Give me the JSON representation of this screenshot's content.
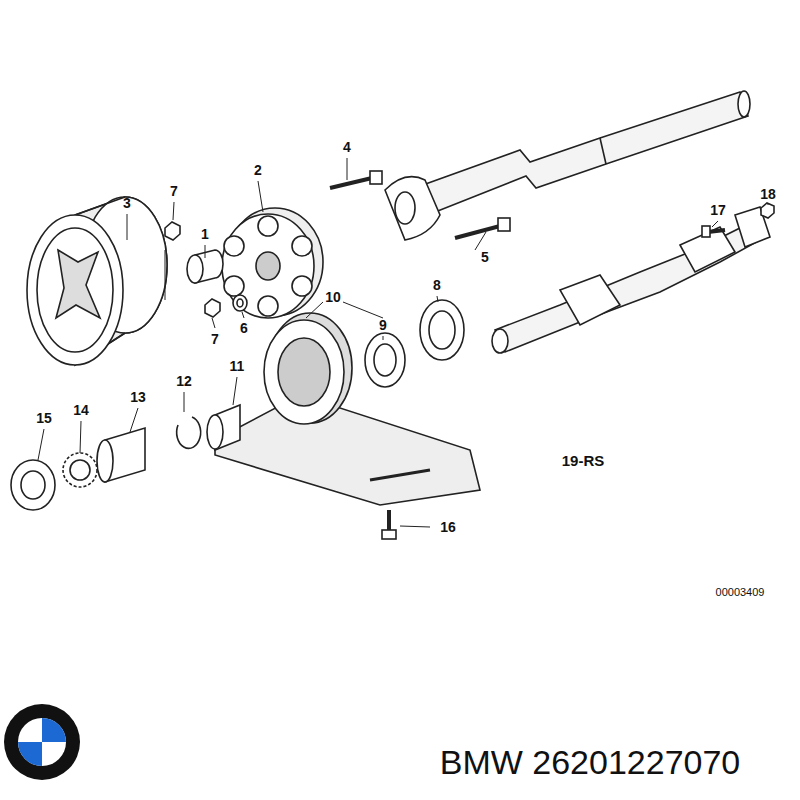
{
  "diagram": {
    "labels": [
      "4",
      "2",
      "3",
      "7",
      "1",
      "18",
      "17",
      "5",
      "10",
      "8",
      "9",
      "6",
      "7",
      "11",
      "12",
      "13",
      "15",
      "14",
      "19-RS",
      "16",
      "00003409",
      "BMW 26201227070"
    ]
  }
}
